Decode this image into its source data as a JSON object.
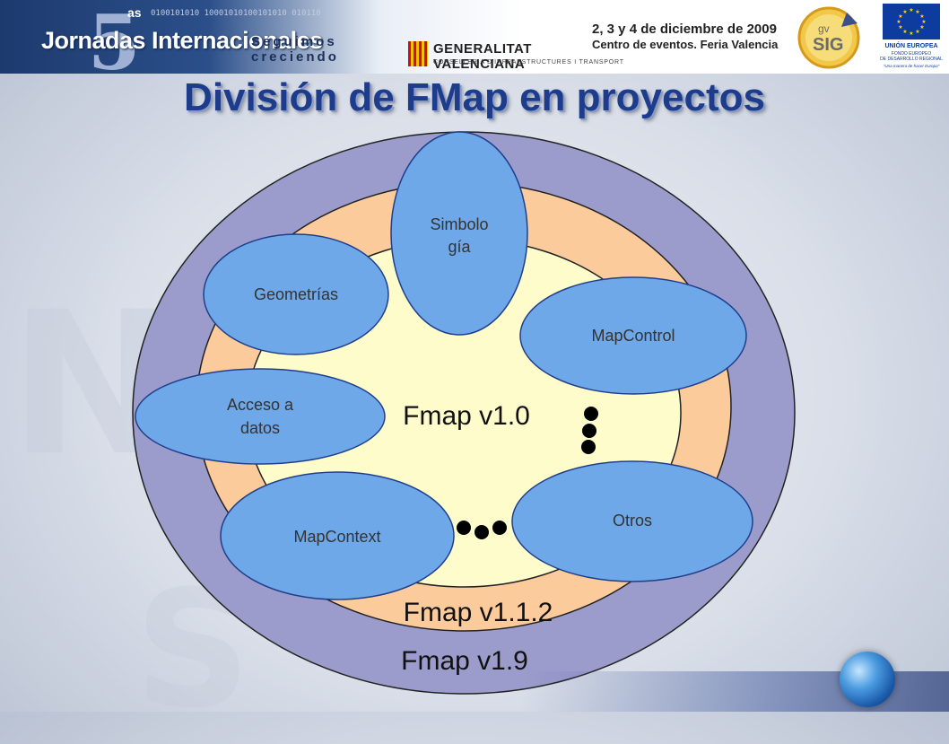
{
  "header": {
    "logo_five": "5",
    "logo_ordinal": "as",
    "logo_title": "Jornadas Internacionales",
    "logo_tagline": "Seguimos creciendo",
    "binary_strip": "0100101010 10001010100101010 010110",
    "generalitat_name": "GENERALITAT VALENCIANA",
    "generalitat_dept": "CONSELLERIA D'INFRAESTRUCTURES I TRANSPORT",
    "event_date": "2, 3 y 4 de diciembre de 2009",
    "event_place": "Centro de eventos. Feria Valencia",
    "gvsig_logo_prefix": "gv",
    "gvsig_logo_main": "SIG",
    "eu_name": "UNIÓN EUROPEA",
    "eu_fund_line1": "FONDO EUROPEO",
    "eu_fund_line2": "DE DESARROLLO REGIONAL",
    "eu_motto": "\"Una manera de hacer Europa\""
  },
  "slide": {
    "title": "División de FMap en proyectos"
  },
  "diagram": {
    "versions": {
      "outer": "Fmap v1.9",
      "middle": "Fmap v1.1.2",
      "inner": "Fmap v1.0"
    },
    "modules": {
      "simbologia_line1": "Simbolo",
      "simbologia_line2": "gía",
      "geometrias": "Geometrías",
      "mapcontrol": "MapControl",
      "acceso_line1": "Acceso a",
      "acceso_line2": "datos",
      "mapcontext": "MapContext",
      "otros": "Otros"
    },
    "colors": {
      "outer_ring": "#9c9ccc",
      "middle_ring": "#fccb9c",
      "inner_core": "#fffccc",
      "module_fill": "#6ea8e8",
      "module_stroke": "#1f3f8c",
      "dots": "#000000"
    }
  }
}
